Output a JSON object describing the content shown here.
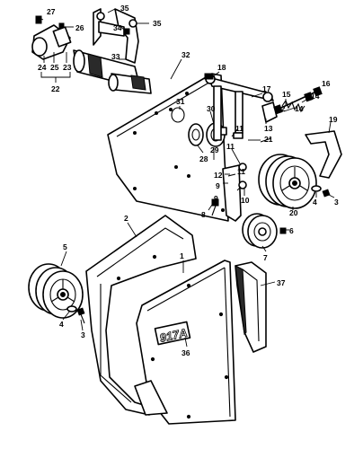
{
  "diagram": {
    "panel_marking": "917A",
    "callouts": {
      "c1": "1",
      "c2": "2",
      "c3a": "3",
      "c3b": "3",
      "c4a": "4",
      "c4b": "4",
      "c5": "5",
      "c6": "6",
      "c7": "7",
      "c8": "8",
      "c9a": "9",
      "c9b": "9",
      "c10": "10",
      "c11a": "11",
      "c11b": "11",
      "c11c": "11",
      "c12a": "12",
      "c12b": "12",
      "c13": "13",
      "c14a": "14",
      "c14b": "14",
      "c15": "15",
      "c16": "16",
      "c17": "17",
      "c18": "18",
      "c19": "19",
      "c20": "20",
      "c21": "21",
      "c22": "22",
      "c23": "23",
      "c24": "24",
      "c25": "25",
      "c26": "26",
      "c27": "27",
      "c28": "28",
      "c29": "29",
      "c30": "30",
      "c31": "31",
      "c32": "32",
      "c33": "33",
      "c34": "34",
      "c35a": "35",
      "c35b": "35",
      "c36": "36",
      "c37": "37"
    }
  }
}
